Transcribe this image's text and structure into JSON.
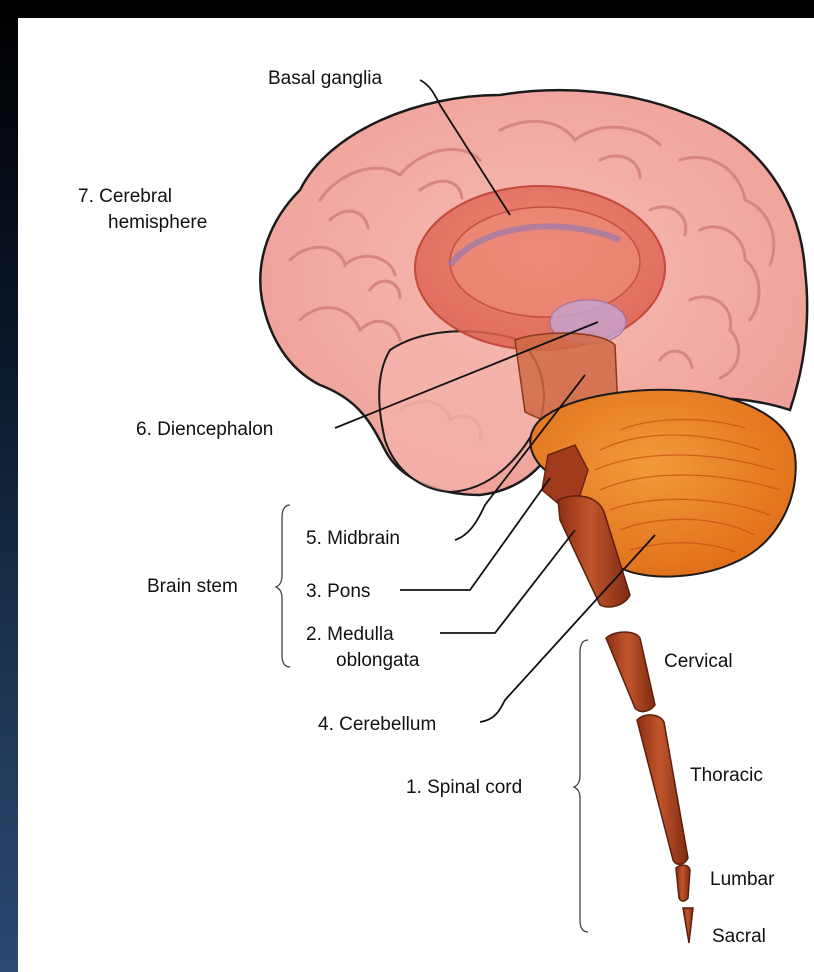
{
  "labels": {
    "basal_ganglia": "Basal ganglia",
    "cerebral_hemisphere_line1": "7. Cerebral",
    "cerebral_hemisphere_line2": "hemisphere",
    "diencephalon": "6. Diencephalon",
    "brain_stem": "Brain stem",
    "midbrain": "5. Midbrain",
    "pons": "3. Pons",
    "medulla_line1": "2. Medulla",
    "medulla_line2": "oblongata",
    "cerebellum": "4. Cerebellum",
    "spinal_cord": "1. Spinal cord",
    "cervical": "Cervical",
    "thoracic": "Thoracic",
    "lumbar": "Lumbar",
    "sacral": "Sacral"
  },
  "colors": {
    "cerebrum": "#f2aaa2",
    "cerebrum_folds": "#d98a84",
    "basal_ganglia": "#e56f5e",
    "diencephalon": "#c9a3cc",
    "brainstem": "#b84a25",
    "cerebellum": "#e8781f",
    "spinal_cord": "#b6461f",
    "background": "#ffffff"
  }
}
